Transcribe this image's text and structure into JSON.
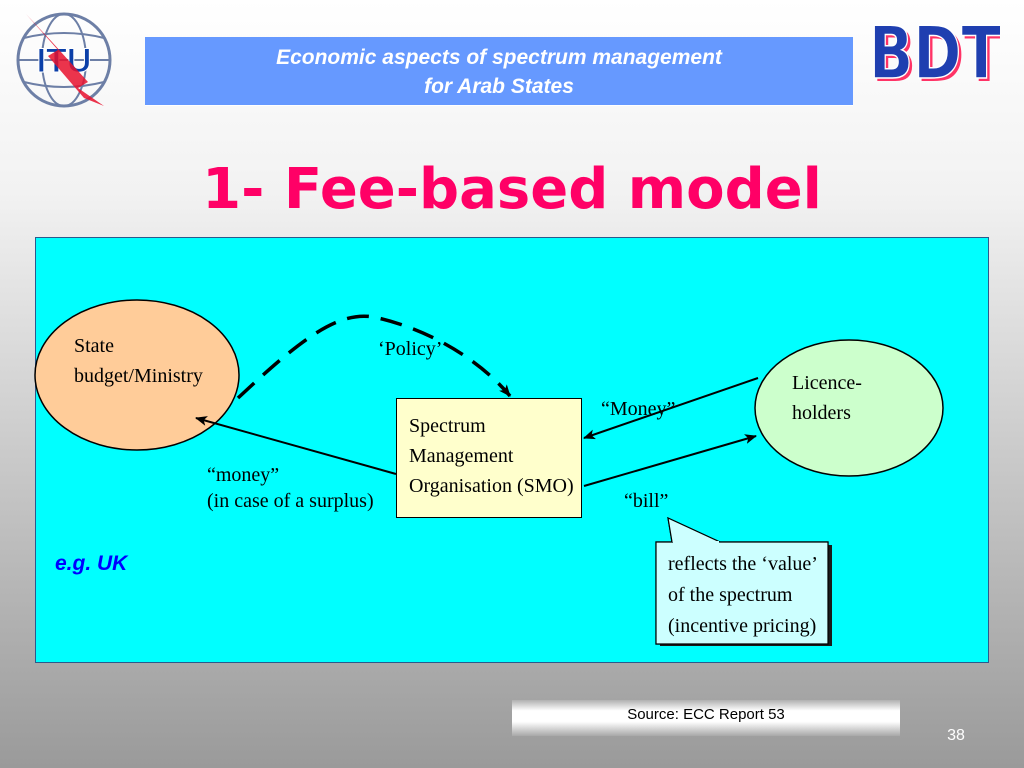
{
  "logos": {
    "itu": {
      "icon": "itu-logo-icon",
      "text": "ITU",
      "color": "#0b3fa8",
      "accent": "#e8112d"
    },
    "bdt": {
      "icon": "bdt-logo-icon",
      "text": "BDT",
      "color": "#1f3fb0"
    }
  },
  "header": {
    "line1": "Economic aspects of spectrum management",
    "line2": "for Arab States",
    "background": "#6699ff"
  },
  "title": "1- Fee-based model",
  "diagram": {
    "background": "#00ffff",
    "nodes": {
      "state": {
        "line1": "State",
        "line2": "budget/Ministry",
        "fill": "#ffcc99"
      },
      "smo": {
        "line1": "Spectrum",
        "line2": "Management",
        "line3": "Organisation (SMO)",
        "fill": "#ffffcc"
      },
      "licence": {
        "line1": "Licence-",
        "line2": "holders",
        "fill": "#ccffcc"
      }
    },
    "edges": {
      "policy": "‘Policy’",
      "money_up": "“Money”",
      "money_down_line1": "“money”",
      "money_down_line2": "(in case of a surplus)",
      "bill": "“bill”"
    },
    "callout": {
      "line1": "reflects the ‘value’",
      "line2": "of the spectrum",
      "line3": "(incentive pricing)",
      "fill": "#ccffff"
    },
    "example": "e.g. UK"
  },
  "footer": {
    "source": "Source: ECC Report 53",
    "page_number": "38"
  }
}
